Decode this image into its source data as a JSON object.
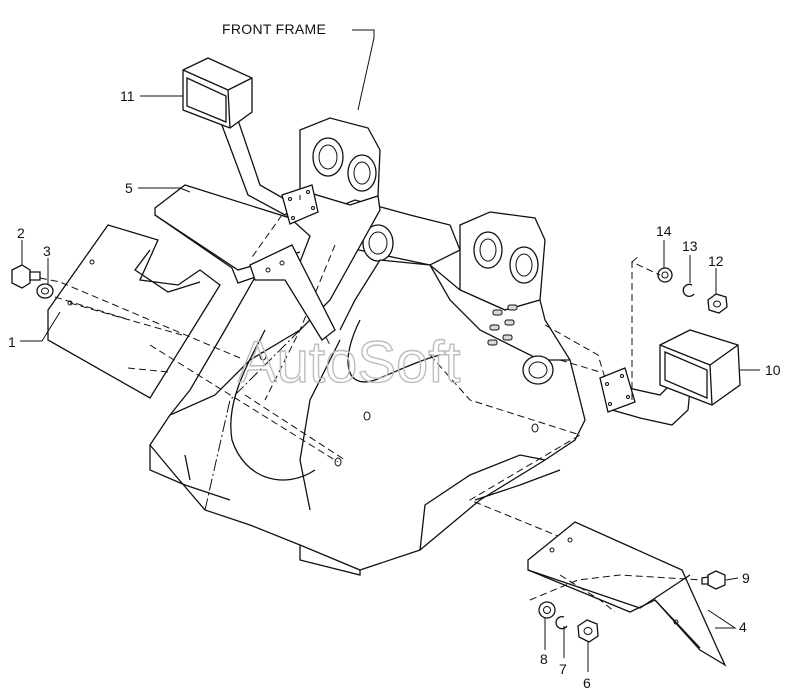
{
  "diagram": {
    "title": "FRONT FRAME",
    "watermark": "AutoSoft",
    "callouts": [
      {
        "id": "c1",
        "label": "1"
      },
      {
        "id": "c2",
        "label": "2"
      },
      {
        "id": "c3",
        "label": "3"
      },
      {
        "id": "c4",
        "label": "4"
      },
      {
        "id": "c5",
        "label": "5"
      },
      {
        "id": "c6",
        "label": "6"
      },
      {
        "id": "c7",
        "label": "7"
      },
      {
        "id": "c8",
        "label": "8"
      },
      {
        "id": "c9",
        "label": "9"
      },
      {
        "id": "c10",
        "label": "10"
      },
      {
        "id": "c11",
        "label": "11"
      },
      {
        "id": "c12",
        "label": "12"
      },
      {
        "id": "c13",
        "label": "13"
      },
      {
        "id": "c14",
        "label": "14"
      }
    ]
  }
}
